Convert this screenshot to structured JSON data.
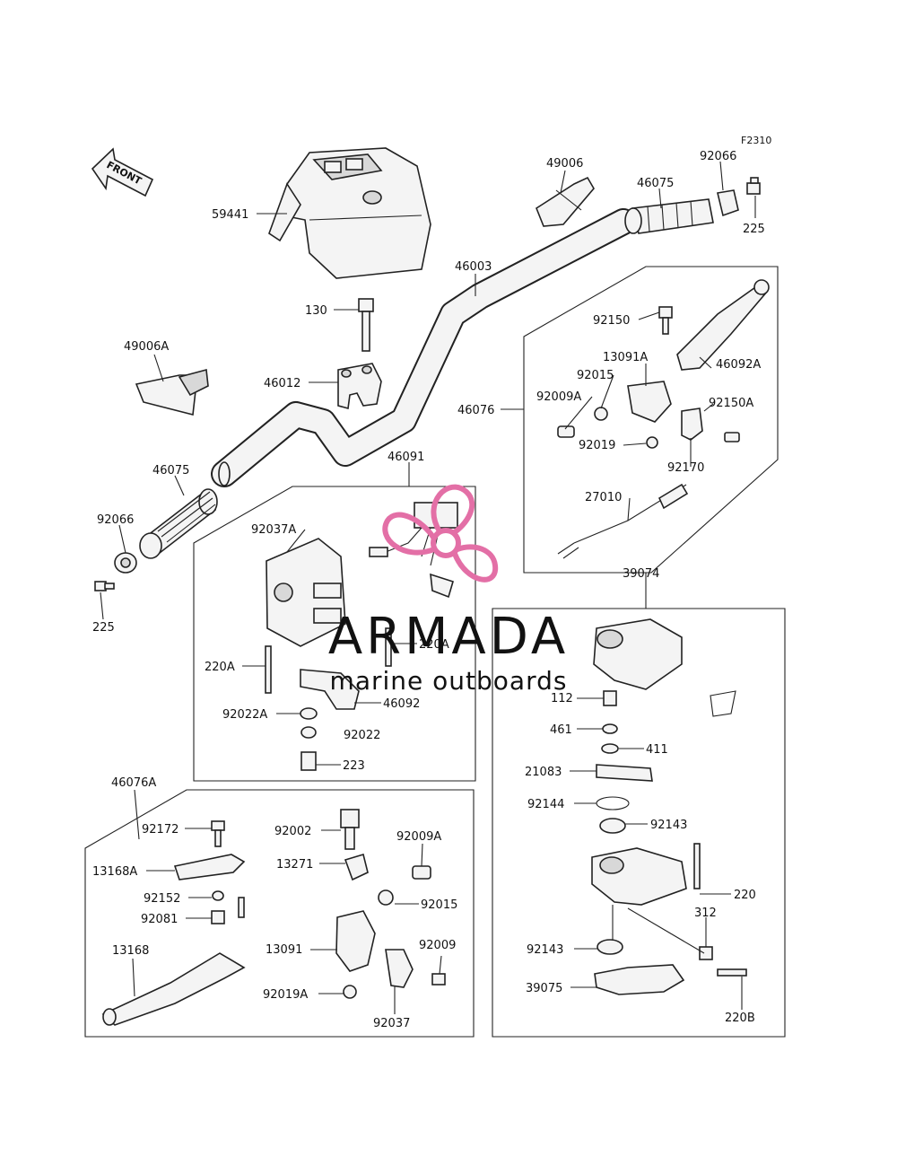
{
  "figure_code": "F2310",
  "front_label": "FRONT",
  "watermark": {
    "brand": "ARMADA",
    "tagline": "marine outboards",
    "accent": "#e36fa6",
    "text_color": "#6e6e6e"
  },
  "labels": {
    "l59441": "59441",
    "l130": "130",
    "l46012": "46012",
    "l49006A": "49006A",
    "l46075_left": "46075",
    "l92066_left": "92066",
    "l225_left": "225",
    "l49006": "49006",
    "l46075_right": "46075",
    "l92066_right": "92066",
    "l225_right": "225",
    "l46003": "46003",
    "l46076": "46076",
    "l92150": "92150",
    "l13091A": "13091A",
    "l46092A": "46092A",
    "l92015_top": "92015",
    "l92009A_top": "92009A",
    "l92150A": "92150A",
    "l92019": "92019",
    "l92170": "92170",
    "l27010": "27010",
    "l46091": "46091",
    "l92037A": "92037A",
    "l220A_left": "220A",
    "l220A_right": "220A",
    "l46092": "46092",
    "l92022A": "92022A",
    "l92022": "92022",
    "l223": "223",
    "l39074": "39074",
    "l112": "112",
    "l461": "461",
    "l411": "411",
    "l21083": "21083",
    "l92144": "92144",
    "l92143_top": "92143",
    "l220": "220",
    "l312": "312",
    "l92143_bottom": "92143",
    "l39075": "39075",
    "l220B": "220B",
    "l46076A": "46076A",
    "l92172": "92172",
    "l13168A": "13168A",
    "l92152": "92152",
    "l92081": "92081",
    "l13168": "13168",
    "l92002": "92002",
    "l13271": "13271",
    "l92009A_bottom": "92009A",
    "l92015_bottom": "92015",
    "l13091": "13091",
    "l92009": "92009",
    "l92019A": "92019A",
    "l92037": "92037"
  }
}
